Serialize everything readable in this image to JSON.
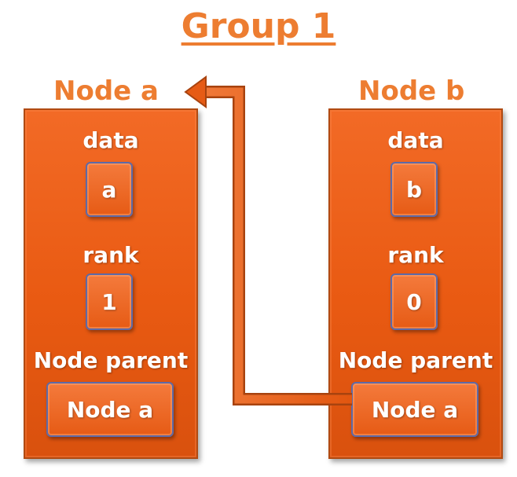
{
  "title": "Group 1",
  "nodes": [
    {
      "label": "Node a",
      "data_label": "data",
      "data_value": "a",
      "rank_label": "rank",
      "rank_value": "1",
      "parent_label": "Node parent",
      "parent_value": "Node a"
    },
    {
      "label": "Node b",
      "data_label": "data",
      "data_value": "b",
      "rank_label": "rank",
      "rank_value": "0",
      "parent_label": "Node parent",
      "parent_value": "Node a"
    }
  ],
  "colors": {
    "accent": "#ed7d31",
    "box_fill": "#e95a12",
    "value_border": "#5d6aa8",
    "text": "#ffffff"
  }
}
